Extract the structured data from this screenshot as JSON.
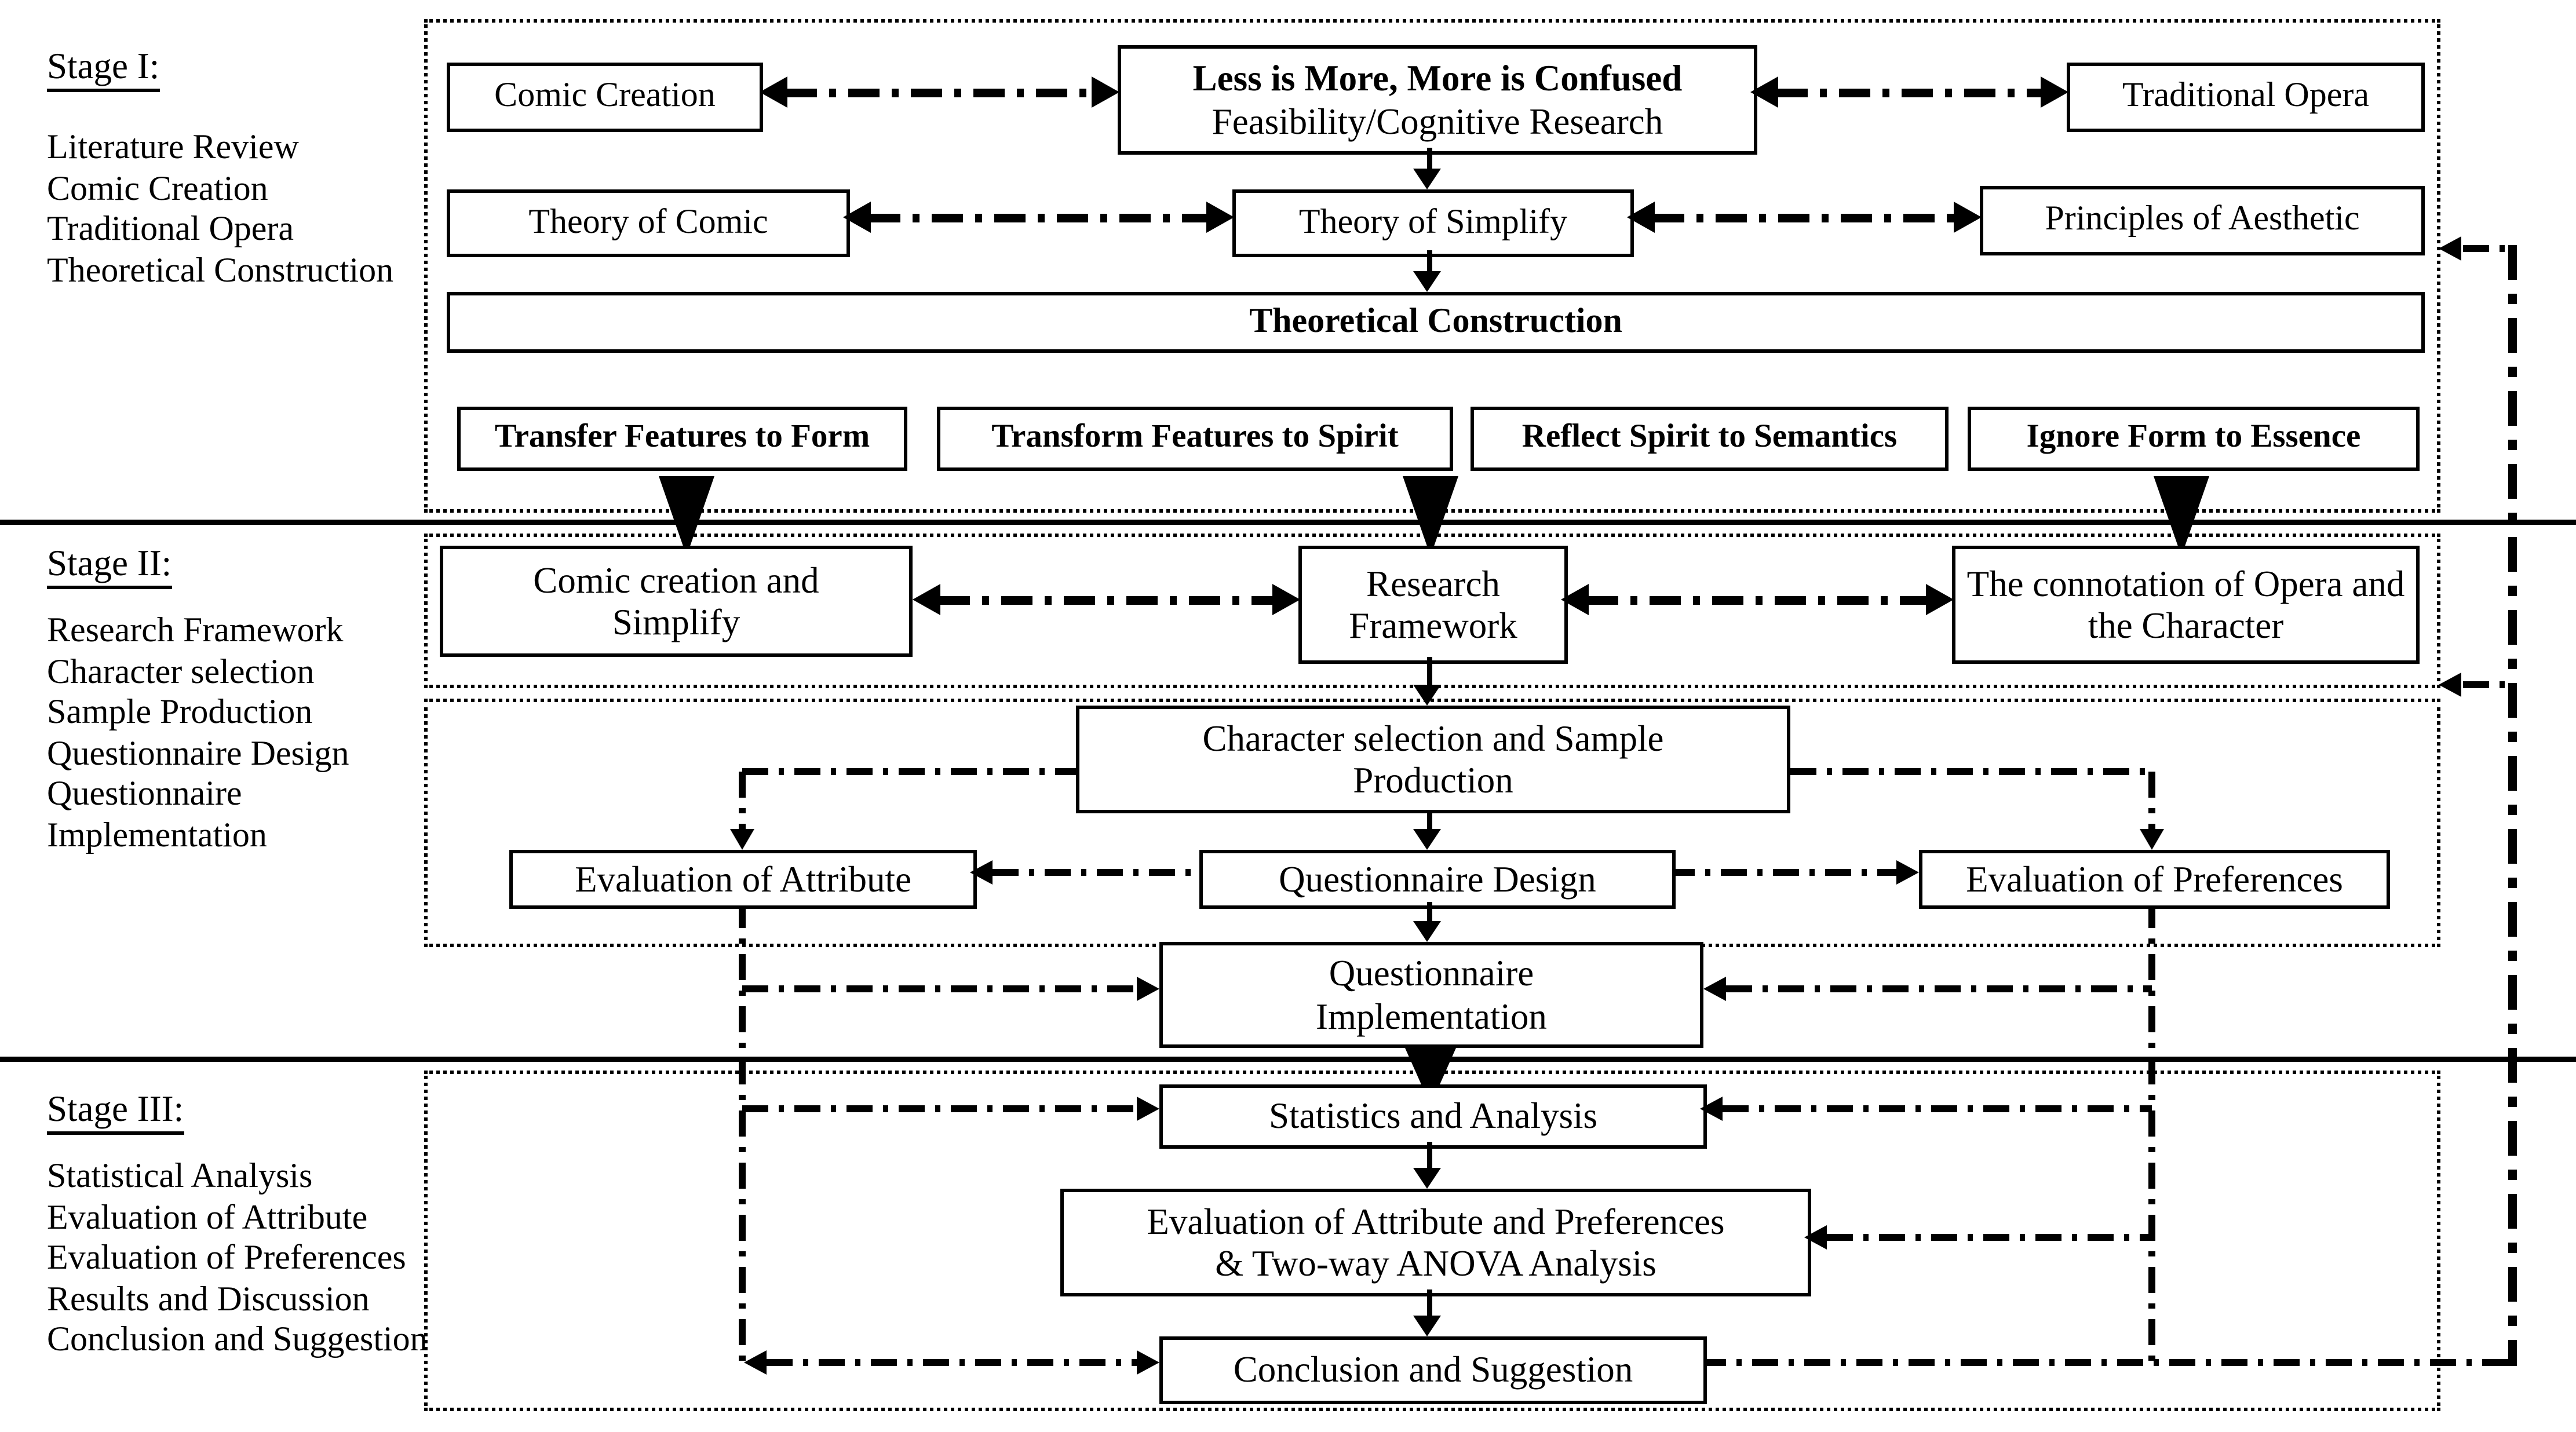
{
  "stages": [
    {
      "label": "Stage I:",
      "items": [
        "Literature Review",
        "Comic Creation",
        "Traditional Opera",
        "Theoretical Construction"
      ]
    },
    {
      "label": "Stage II:",
      "items": [
        "Research Framework",
        "Character selection",
        "Sample Production",
        "Questionnaire Design",
        "Questionnaire Implementation"
      ]
    },
    {
      "label": "Stage III:",
      "items": [
        "Statistical Analysis",
        "Evaluation of Attribute",
        "Evaluation of Preferences",
        "Results and Discussion",
        "Conclusion and Suggestion"
      ]
    }
  ],
  "nodes": {
    "comic_creation": "Comic Creation",
    "less_is_more_line1": "Less is More, More is Confused",
    "less_is_more_line2": "Feasibility/Cognitive Research",
    "traditional_opera": "Traditional Opera",
    "theory_of_comic": "Theory of Comic",
    "theory_of_simplify": "Theory of Simplify",
    "principles_of_aesthetic": "Principles of Aesthetic",
    "theoretical_construction": "Theoretical Construction",
    "transfer_features_to_form": "Transfer Features to Form",
    "transform_features_to_spirit": "Transform Features to Spirit",
    "reflect_spirit_to_semantics": "Reflect Spirit to Semantics",
    "ignore_form_to_essence": "Ignore Form to Essence",
    "comic_creation_and_simplify": "Comic creation and Simplify",
    "research_framework": "Research Framework",
    "connotation_of_opera": "The connotation of Opera and the Character",
    "character_selection_sample_production": "Character selection and Sample Production",
    "evaluation_of_attribute": "Evaluation of Attribute",
    "questionnaire_design": "Questionnaire Design",
    "evaluation_of_preferences": "Evaluation of Preferences",
    "questionnaire_implementation": "Questionnaire Implementation",
    "statistics_and_analysis": "Statistics and Analysis",
    "evaluation_anova_line1": "Evaluation of Attribute and Preferences",
    "evaluation_anova_line2": "& Two-way ANOVA Analysis",
    "conclusion_and_suggestion": "Conclusion and Suggestion"
  },
  "colors": {
    "ink": "#000000",
    "background": "#ffffff"
  }
}
